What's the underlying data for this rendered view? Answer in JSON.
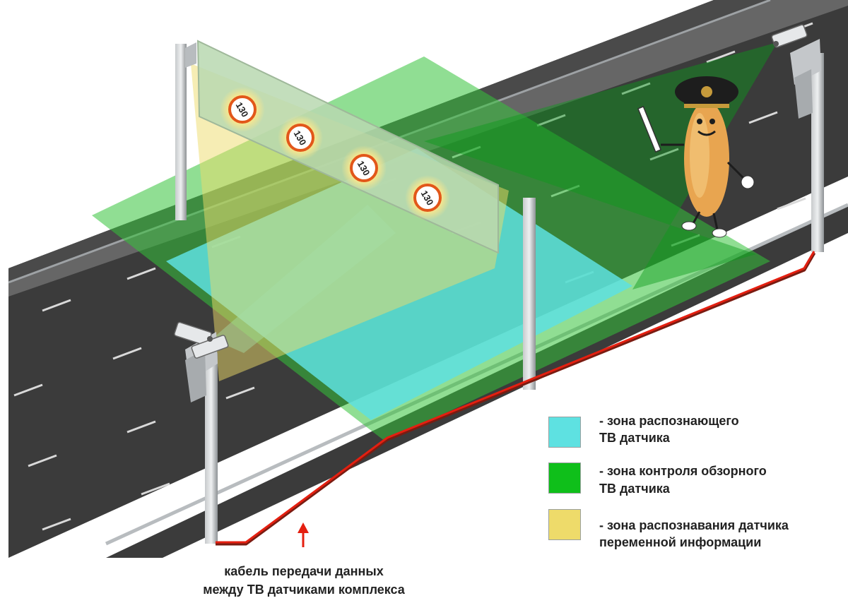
{
  "legend": [
    {
      "color": "#5ee1e1",
      "line1": "- зона распознающего",
      "line2": "ТВ датчика"
    },
    {
      "color": "#0fbf1a",
      "line1": "- зона контроля обзорного",
      "line2": "ТВ датчика"
    },
    {
      "color": "#eedb6a",
      "line1": "- зона распознавания датчика",
      "line2": "переменной информации"
    }
  ],
  "caption": {
    "line1": "кабель передачи данных",
    "line2": "между ТВ датчиками комплекса"
  },
  "signs": [
    {
      "label": "130"
    },
    {
      "label": "130"
    },
    {
      "label": "130"
    },
    {
      "label": "130"
    }
  ],
  "colors": {
    "road": "#3a3a3a",
    "cable": "#e41f10",
    "arrow": "#e41f10",
    "pole": "#a9adb0",
    "sign_ring": "#e2571a"
  },
  "icons": [
    "camera-icon",
    "camera-icon",
    "mascot-policeman-icon",
    "arrow-up-icon"
  ]
}
